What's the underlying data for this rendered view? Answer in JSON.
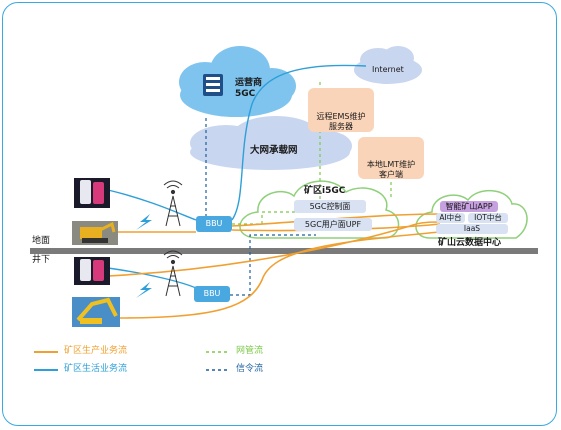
{
  "nodes": {
    "operator_cloud": "运营商\n5GC",
    "internet": "Internet",
    "backbone": "大网承载网",
    "remote_ems": "远程EMS维护\n服务器",
    "local_lmt": "本地LMT维护\n客户端",
    "mine_5gc": "矿区i5GC",
    "control_plane": "5GC控制面",
    "user_plane": "5GC用户面UPF",
    "smart_mine_app": "智能矿山APP",
    "ai_platform": "AI中台",
    "iot_platform": "IOT中台",
    "iaas": "IaaS",
    "mine_cloud_dc": "矿山云数据中心",
    "bbu_top": "BBU",
    "bbu_bottom": "BBU"
  },
  "levels": {
    "ground": "地面",
    "underground": "井下"
  },
  "legend": {
    "production_flow": "矿区生产业务流",
    "living_flow": "矿区生活业务流",
    "network_mgmt_flow": "网管流",
    "signaling_flow": "信令流"
  },
  "colors": {
    "production": "#f0a030",
    "living": "#2e9fd8",
    "network_mgmt": "#7cc84a",
    "signaling": "#1f5f9e",
    "cloud_blue": "#7ec4ee",
    "cloud_grey": "#c9d6ef",
    "cloud_green_border": "#8fd07a",
    "ground_line": "#7a7a7a",
    "peach": "#fad4b8",
    "bbu": "#4aa8e0"
  },
  "icons": [
    "phone-icon",
    "excavator-icon",
    "antenna-tower-icon",
    "server-icon",
    "monitor-icon"
  ]
}
